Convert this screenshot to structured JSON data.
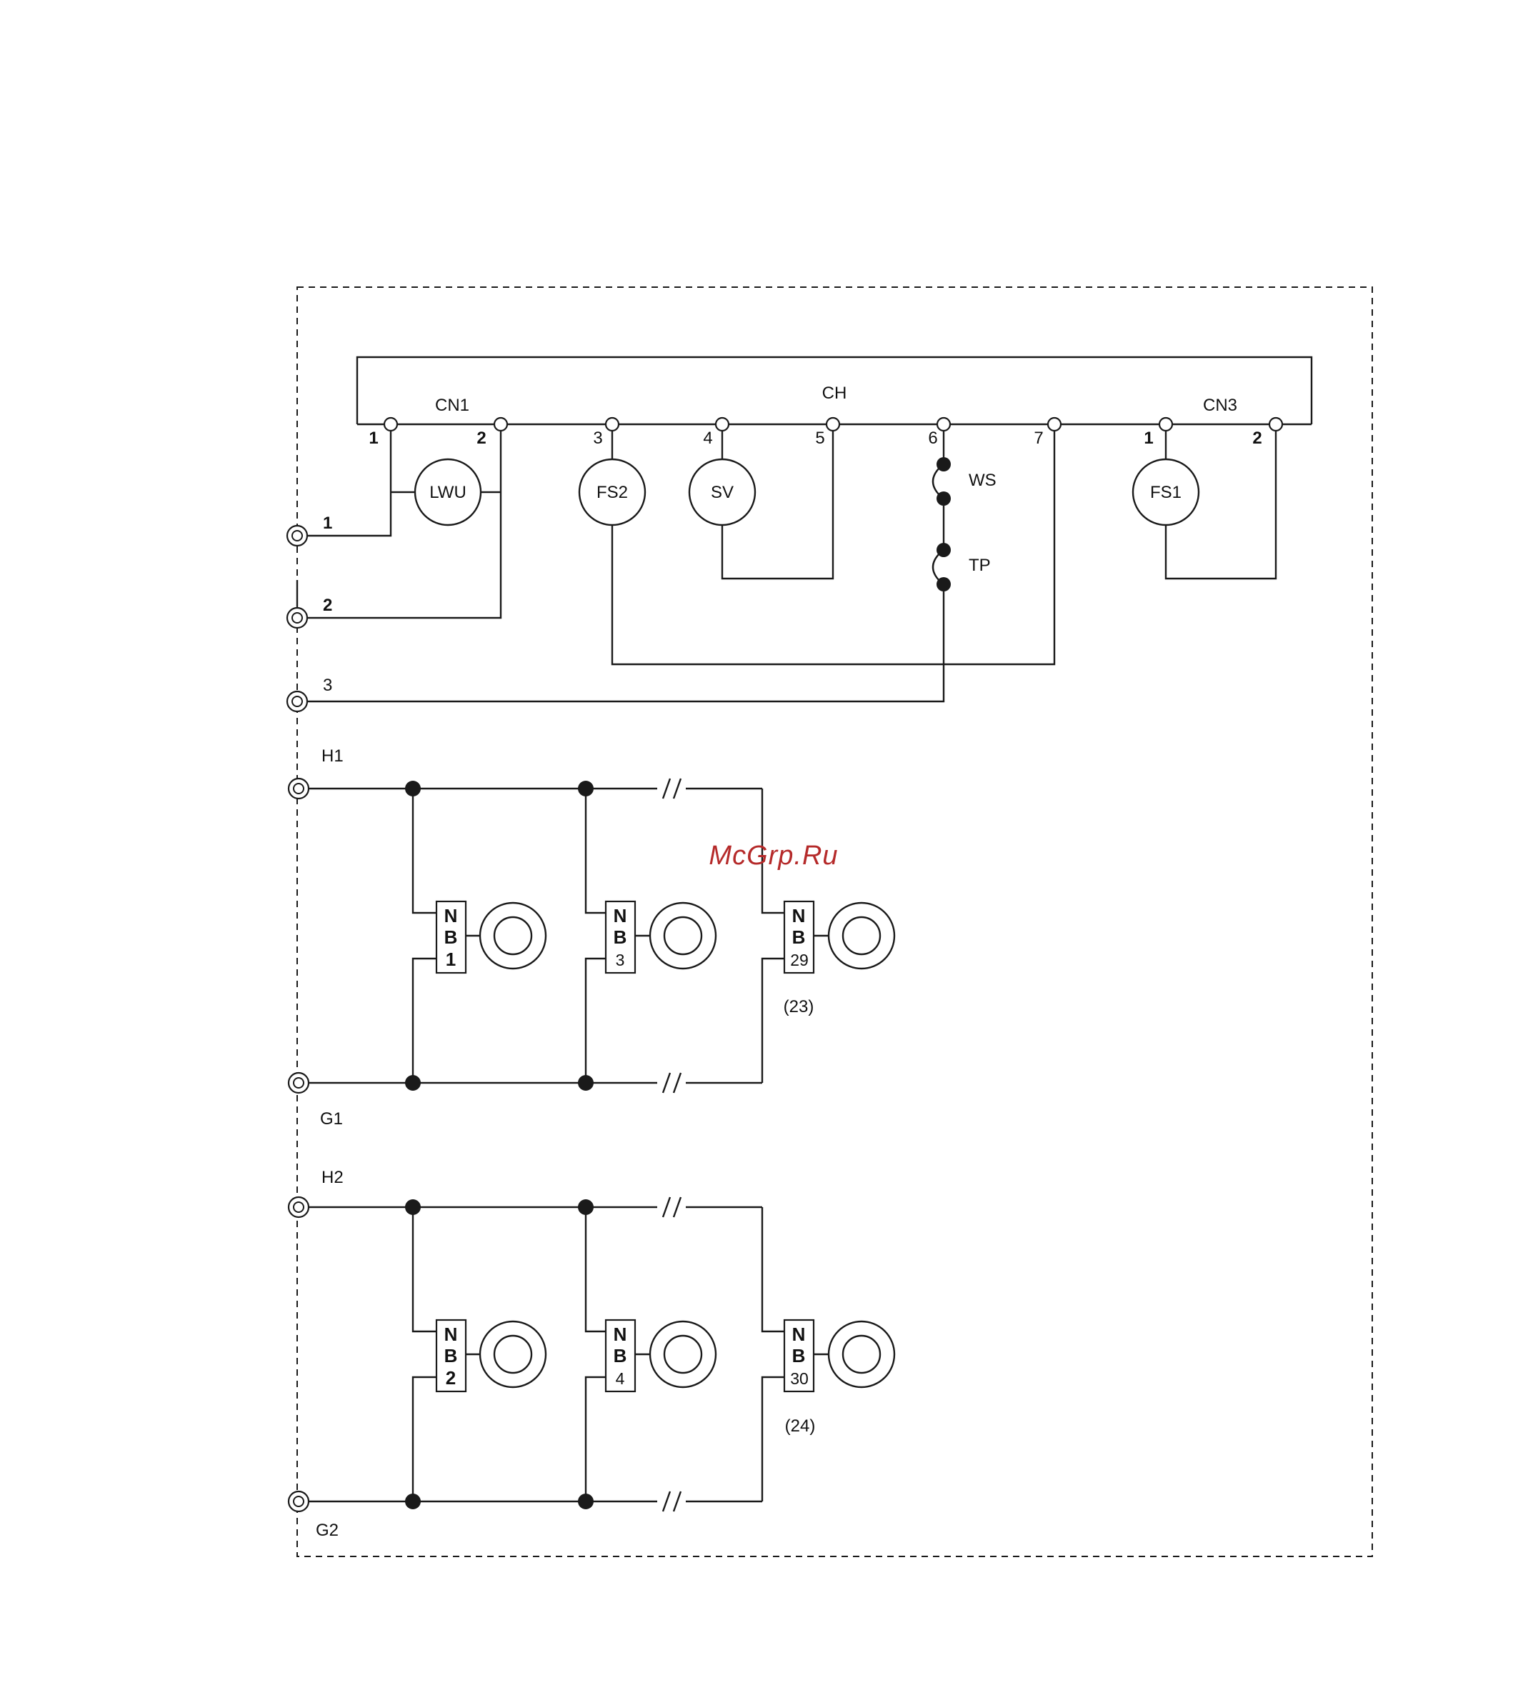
{
  "controller": {
    "label": "CH",
    "connector_left": "CN1",
    "connector_right": "CN3"
  },
  "pins": {
    "cn1_1": "1",
    "cn1_2": "2",
    "ch_3": "3",
    "ch_4": "4",
    "ch_5": "5",
    "ch_6": "6",
    "ch_7": "7",
    "cn3_1": "1",
    "cn3_2": "2"
  },
  "components": {
    "lwu": "LWU",
    "fs2": "FS2",
    "sv": "SV",
    "fs1": "FS1",
    "ws": "WS",
    "tp": "TP"
  },
  "terminals": {
    "t1": "1",
    "t2": "2",
    "t3": "3",
    "h1": "H1",
    "g1": "G1",
    "h2": "H2",
    "g2": "G2"
  },
  "burner_groups": [
    {
      "units": [
        {
          "line1": "N",
          "line2": "B",
          "num": "1"
        },
        {
          "line1": "N",
          "line2": "B",
          "num": "3"
        },
        {
          "line1": "N",
          "line2": "B",
          "num": "29"
        }
      ],
      "count": "(23)"
    },
    {
      "units": [
        {
          "line1": "N",
          "line2": "B",
          "num": "2"
        },
        {
          "line1": "N",
          "line2": "B",
          "num": "4"
        },
        {
          "line1": "N",
          "line2": "B",
          "num": "30"
        }
      ],
      "count": "(24)"
    }
  ],
  "watermark": "McGrp.Ru"
}
